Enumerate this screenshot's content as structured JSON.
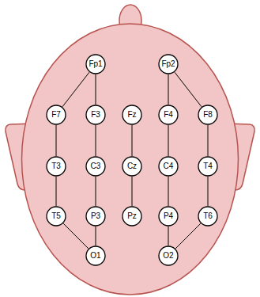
{
  "diagram": {
    "nodes": [
      {
        "text": [
          "Fp1"
        ]
      },
      {
        "text": [
          "Fp2"
        ]
      },
      {
        "text": [
          "F7"
        ]
      },
      {
        "text": [
          "F3"
        ]
      },
      {
        "text": [
          "Fz"
        ]
      },
      {
        "text": [
          "F4"
        ]
      },
      {
        "text": [
          "F8"
        ]
      },
      {
        "text": [
          "T3"
        ]
      },
      {
        "text": [
          "C3"
        ]
      },
      {
        "text": [
          "Cz"
        ]
      },
      {
        "text": [
          "C4"
        ]
      },
      {
        "text": [
          "T4"
        ]
      },
      {
        "text": [
          "T5"
        ]
      },
      {
        "text": [
          "P3"
        ]
      },
      {
        "text": [
          "Pz"
        ]
      },
      {
        "text": [
          "P4"
        ]
      },
      {
        "text": [
          "T6"
        ]
      },
      {
        "text": [
          "O1"
        ]
      },
      {
        "text": [
          "O2"
        ]
      }
    ],
    "edges": [
      {
        "from": 0,
        "to": 2,
        "arrow": "none"
      },
      {
        "from": 0,
        "to": 3,
        "arrow": "none"
      },
      {
        "from": 2,
        "to": 7,
        "arrow": "none"
      },
      {
        "from": 7,
        "to": 12,
        "arrow": "none"
      },
      {
        "from": 12,
        "to": 17,
        "arrow": "none"
      },
      {
        "from": 3,
        "to": 8,
        "arrow": "none"
      },
      {
        "from": 8,
        "to": 13,
        "arrow": "none"
      },
      {
        "from": 13,
        "to": 17,
        "arrow": "none"
      },
      {
        "from": 4,
        "to": 9,
        "arrow": "none"
      },
      {
        "from": 9,
        "to": 14,
        "arrow": "none"
      },
      {
        "from": 1,
        "to": 5,
        "arrow": "none"
      },
      {
        "from": 1,
        "to": 6,
        "arrow": "none"
      },
      {
        "from": 5,
        "to": 10,
        "arrow": "none"
      },
      {
        "from": 10,
        "to": 15,
        "arrow": "none"
      },
      {
        "from": 15,
        "to": 18,
        "arrow": "none"
      },
      {
        "from": 6,
        "to": 11,
        "arrow": "none"
      },
      {
        "from": 11,
        "to": 16,
        "arrow": "none"
      },
      {
        "from": 16,
        "to": 18,
        "arrow": "none"
      }
    ]
  }
}
